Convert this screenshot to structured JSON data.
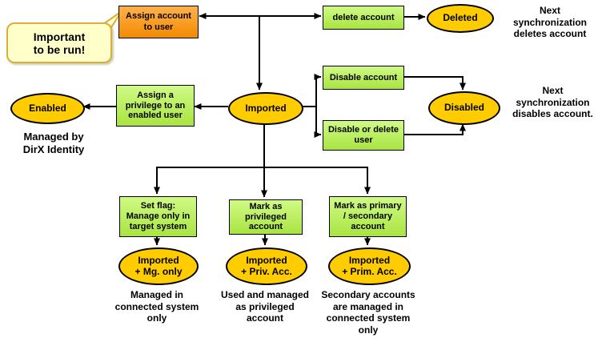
{
  "colors": {
    "state_fill": "#FFCC00",
    "action_fill": "#FF9900",
    "task_fill": "#B3EC55",
    "callout_fill": "#FFFFC9",
    "callout_border": "#D9AE3A",
    "line": "#000000"
  },
  "callout": {
    "text": "Important\nto be run!"
  },
  "boxes": {
    "assign_account": "Assign account\nto user",
    "delete_account": "delete account",
    "disable_account": "Disable account",
    "disable_or_delete_user": "Disable or delete\nuser",
    "assign_privilege": "Assign a\nprivilege to an\nenabled user",
    "set_flag": "Set flag:\nManage only in\ntarget system",
    "mark_privileged": "Mark as\nprivileged\naccount",
    "mark_primary": "Mark as primary\n/ secondary\naccount"
  },
  "states": {
    "deleted": "Deleted",
    "disabled": "Disabled",
    "enabled": "Enabled",
    "imported": "Imported",
    "imported_mg_only": "Imported\n+ Mg. only",
    "imported_priv_acc": "Imported\n+ Priv. Acc.",
    "imported_prim_acc": "Imported\n+ Prim. Acc."
  },
  "notes": {
    "next_sync_deletes": "Next\nsynchronization\ndeletes account",
    "next_sync_disables": "Next\nsynchronization\ndisables account.",
    "managed_by_dirx": "Managed by\nDirX Identity",
    "managed_in_connected": "Managed in\nconnected system\nonly",
    "used_as_privileged": "Used and managed\nas privileged\naccount",
    "secondary_managed": "Secondary accounts\nare managed in\nconnected system\nonly"
  }
}
